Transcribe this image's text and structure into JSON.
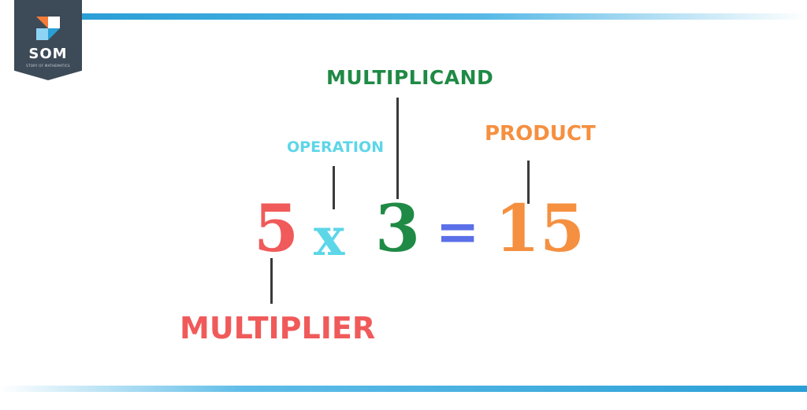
{
  "brand": {
    "name": "SOM",
    "tagline": "STORY OF MATHEMATICS",
    "colors": {
      "panel": "#3d4a57",
      "orange": "#f47b3a",
      "blue": "#2a9fd6",
      "light_blue": "#8fd3f4"
    }
  },
  "equation": {
    "multiplier": "5",
    "operator": "x",
    "multiplicand": "3",
    "equals": "=",
    "product": "15"
  },
  "labels": {
    "multiplicand": "MULTIPLICAND",
    "operation": "OPERATION",
    "product": "PRODUCT",
    "multiplier": "MULTIPLIER"
  },
  "colors": {
    "multiplier": "#f05a5a",
    "operator": "#5dd6e8",
    "multiplicand": "#1f8a45",
    "equals": "#5a6fe8",
    "product": "#f59040",
    "connector": "#3a3a3a",
    "accent_bar": "#2a9fd6"
  }
}
